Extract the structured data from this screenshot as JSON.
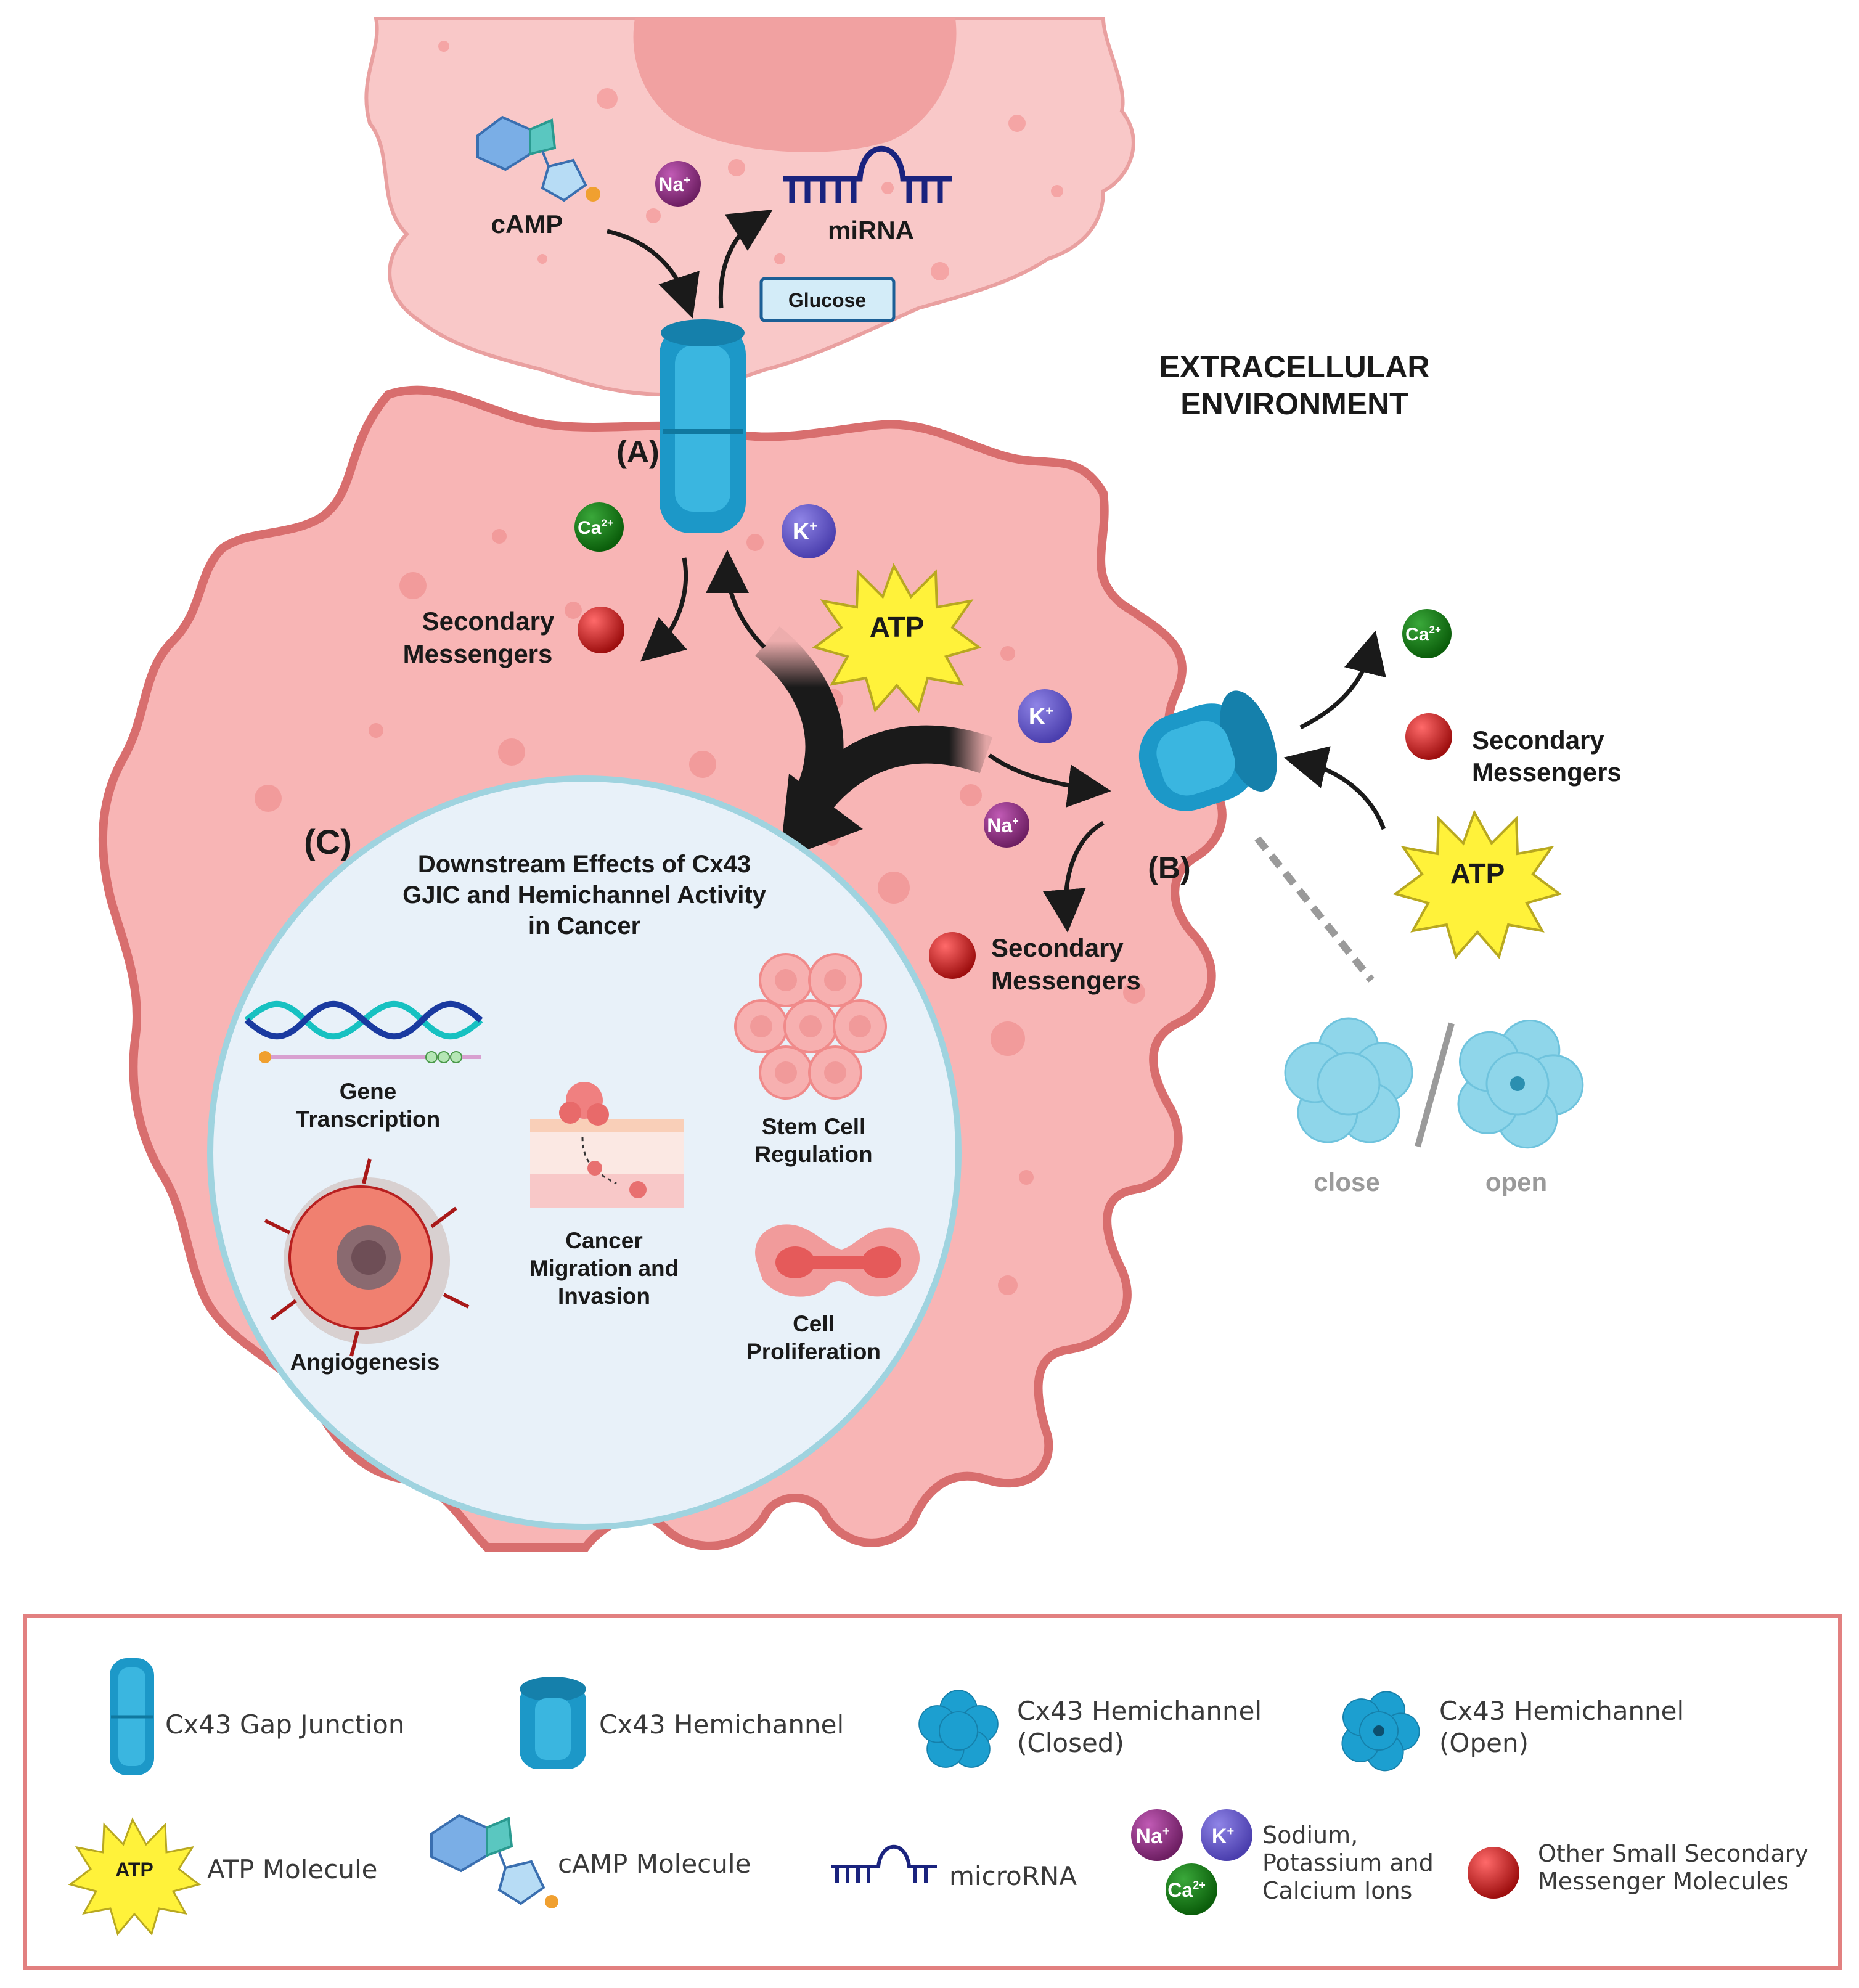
{
  "environment_label": [
    "EXTRACELLULAR",
    "ENVIRONMENT"
  ],
  "panel_labels": {
    "a": "(A)",
    "b": "(B)",
    "c": "(C)"
  },
  "top_cell": {
    "camp": "cAMP",
    "mirna": "miRNA",
    "glucose": "Glucose"
  },
  "ions": {
    "na": "Na",
    "k": "K",
    "ca": "Ca",
    "plus": "+",
    "ca_charge": "2+"
  },
  "atp": "ATP",
  "secondary_messengers": [
    "Secondary",
    "Messengers"
  ],
  "hemichannel_states": {
    "close": "close",
    "open": "open"
  },
  "downstream": {
    "title": [
      "Downstream Effects of Cx43",
      "GJIC and Hemichannel Activity",
      "in Cancer"
    ],
    "gene_transcription": [
      "Gene",
      "Transcription"
    ],
    "stem_cell": [
      "Stem Cell",
      "Regulation"
    ],
    "migration": [
      "Cancer",
      "Migration and",
      "Invasion"
    ],
    "angiogenesis": "Angiogenesis",
    "proliferation": [
      "Cell",
      "Proliferation"
    ]
  },
  "legend": {
    "gap_junction": "Cx43 Gap Junction",
    "hemichannel": "Cx43 Hemichannel",
    "hemichannel_closed": [
      "Cx43 Hemichannel",
      "(Closed)"
    ],
    "hemichannel_open": [
      "Cx43 Hemichannel",
      "(Open)"
    ],
    "atp_molecule": "ATP Molecule",
    "camp_molecule": "cAMP Molecule",
    "microrna": "microRNA",
    "ions": [
      "Sodium,",
      "Potassium and",
      "Calcium Ions"
    ],
    "other_messengers": [
      "Other Small Secondary",
      "Messenger Molecules"
    ]
  },
  "colors": {
    "cell_fill": "#f8b5b5",
    "cell_outline": "#d86e6e",
    "top_cell_fill": "#f9c8c8",
    "channel": "#1c98c8",
    "circle_fill": "#e8f1f9",
    "circle_border": "#9fd3df",
    "sodium": "#9b3a8e",
    "potassium": "#6a5bcb",
    "calcium": "#1d7f1d",
    "messenger": "#c71d1d",
    "atp": "#fff23a",
    "legend_border": "#e28080"
  }
}
